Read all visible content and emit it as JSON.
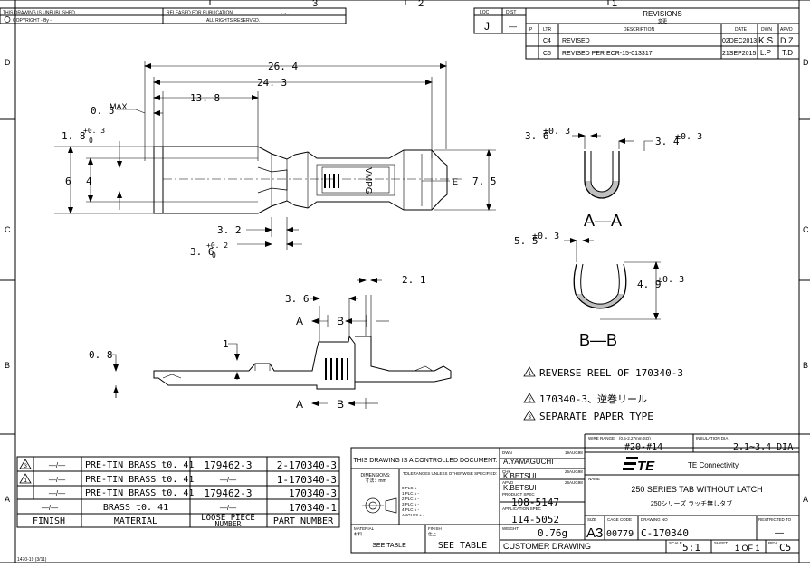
{
  "border": {
    "top_letters": [
      "3",
      "2",
      "1"
    ],
    "side_letters": [
      "D",
      "C",
      "B",
      "A"
    ]
  },
  "header": {
    "unpublished": "THIS DRAWING IS UNPUBLISHED.",
    "released": "RELEASED FOR PUBLICATION",
    "release_dash": "- .- .",
    "copyright": "COPYRIGHT  -   By  -",
    "rights": "ALL RIGHTS RESERVED."
  },
  "revisions": {
    "loc_label": "LOC",
    "dist_label": "DIST",
    "loc": "J",
    "dist": "—",
    "title": "REVISIONS",
    "title_jp": "変更",
    "col_p": "P",
    "col_ltr": "LTR",
    "col_desc": "DESCRIPTION",
    "col_date": "DATE",
    "col_dwn": "DWN",
    "col_apvd": "APVD",
    "rows": [
      {
        "ltr": "C4",
        "desc": "REVISED",
        "date": "02DEC2013",
        "dwn": "K.S",
        "apvd": "D.Z"
      },
      {
        "ltr": "C5",
        "desc": "REVISED PER ECR-15-013317",
        "date": "21SEP2015",
        "dwn": "L.P",
        "apvd": "T.D"
      }
    ]
  },
  "dims_top": {
    "d264": "26. 4",
    "d243": "24. 3",
    "d138": "13. 8",
    "max_val": "0. 5",
    "max_label": "MAX",
    "d18": "1. 8",
    "d18_tol_up": "+0. 3",
    "d18_tol_dn": "0",
    "d6": "6",
    "d4": "4",
    "d75": "7. 5",
    "d32": "3. 2",
    "d36": "3. 6",
    "d36_tol_up": "+0. 2",
    "d36_tol_dn": "0",
    "mark_e": "E",
    "mark_part": "VMPG"
  },
  "dims_side": {
    "d36": "3. 6",
    "d21": "2. 1",
    "d08": "0. 8",
    "d1": "1",
    "sec_a": "A",
    "sec_b": "B"
  },
  "section_aa": {
    "d36": "3. 6",
    "d36_tol": "±0. 3",
    "d34": "3. 4",
    "d34_tol": "±0. 3",
    "label": "A—A"
  },
  "section_bb": {
    "d55": "5. 5",
    "d55_tol": "±0. 3",
    "d49": "4. 9",
    "d49_tol": "±0. 3",
    "label": "B—B"
  },
  "notes": [
    "REVERSE REEL OF 170340-3",
    "170340-3、逆巻リール",
    "SEPARATE PAPER TYPE"
  ],
  "note_marks": [
    "1",
    "2",
    "3"
  ],
  "parts_table": {
    "rows": [
      {
        "mark": "3",
        "finish": "—/—",
        "material": "PRE-TIN BRASS t0. 41",
        "loose": "179462-3",
        "part": "2-170340-3"
      },
      {
        "mark": "1",
        "finish": "—/—",
        "material": "PRE-TIN BRASS t0. 41",
        "loose": "—/—",
        "part": "1-170340-3"
      },
      {
        "mark": "",
        "finish": "—/—",
        "material": "PRE-TIN BRASS t0. 41",
        "loose": "179462-3",
        "part": "170340-3"
      },
      {
        "mark": "",
        "finish": "—/—",
        "material": "BRASS t0. 41",
        "loose": "—/—",
        "part": "170340-1"
      }
    ],
    "head_finish": "FINISH",
    "head_material": "MATERIAL",
    "head_loose_1": "LOOSE PIECE",
    "head_loose_2": "NUMBER",
    "head_part": "PART NUMBER"
  },
  "title_block": {
    "controlled": "THIS DRAWING IS A CONTROLLED DOCUMENT.",
    "dimensions": "DIMENSIONS:",
    "dimensions_jp": "寸法：mm",
    "tolerances": "TOLERANCES UNLESS OTHERWISE SPECIFIED:",
    "tol_rows": [
      "0 PLC  ±  -",
      "1 PLC  ±  -",
      "2 PLC  ±  -",
      "3 PLC  ±  -",
      "4 PLC  ±  -",
      "ANGLES  ±  -"
    ],
    "material_label": "MATERIAL",
    "material_jp": "材料",
    "material_val": "SEE TABLE",
    "finish_label": "FINISH",
    "finish_jp": "仕上",
    "finish_val": "SEE TABLE",
    "dwn_label": "DWN",
    "dwn_name": "A.YAMAGUCHI",
    "dwn_date": "19AUG98",
    "chk_label": "CHK",
    "chk_name": "K.BETSUI",
    "chk_date": "26AUG98",
    "apvd_label": "APVD",
    "apvd_name": "K.BETSUI",
    "apvd_date": "26AUG98",
    "prod_spec_label": "PRODUCT SPEC",
    "prod_spec": "108-5147",
    "app_spec_label": "APPLICATION SPEC",
    "app_spec": "114-5052",
    "weight_label": "WEIGHT",
    "weight": "0.76g",
    "customer": "CUSTOMER DRAWING",
    "wire_range_label": "WIRE RANGE",
    "wire_range_sub": "(0.5-2.27mm SQ)",
    "wire_range": "#20-#14",
    "ins_dia_label": "INSULATION DIA",
    "ins_dia": "2.1~3.4 DIA",
    "company": "TE Connectivity",
    "name_label": "NAME",
    "name_en": "250 SERIES TAB WITHOUT LATCH",
    "name_jp": "250シリーズ ラッチ無しタブ",
    "size_label": "SIZE",
    "size": "A3",
    "cage_label": "CAGE CODE",
    "cage": "00779",
    "dwg_label": "DRAWING NO",
    "dwg_no": "C-170340",
    "restricted_label": "RESTRICTED TO",
    "restricted": "—",
    "scale_label": "SCALE",
    "scale": "5:1",
    "sheet_label": "SHEET",
    "sheet": "1 OF 1",
    "rev_label": "REV",
    "rev": "C5"
  },
  "footer": "1470-19 (3/11)"
}
